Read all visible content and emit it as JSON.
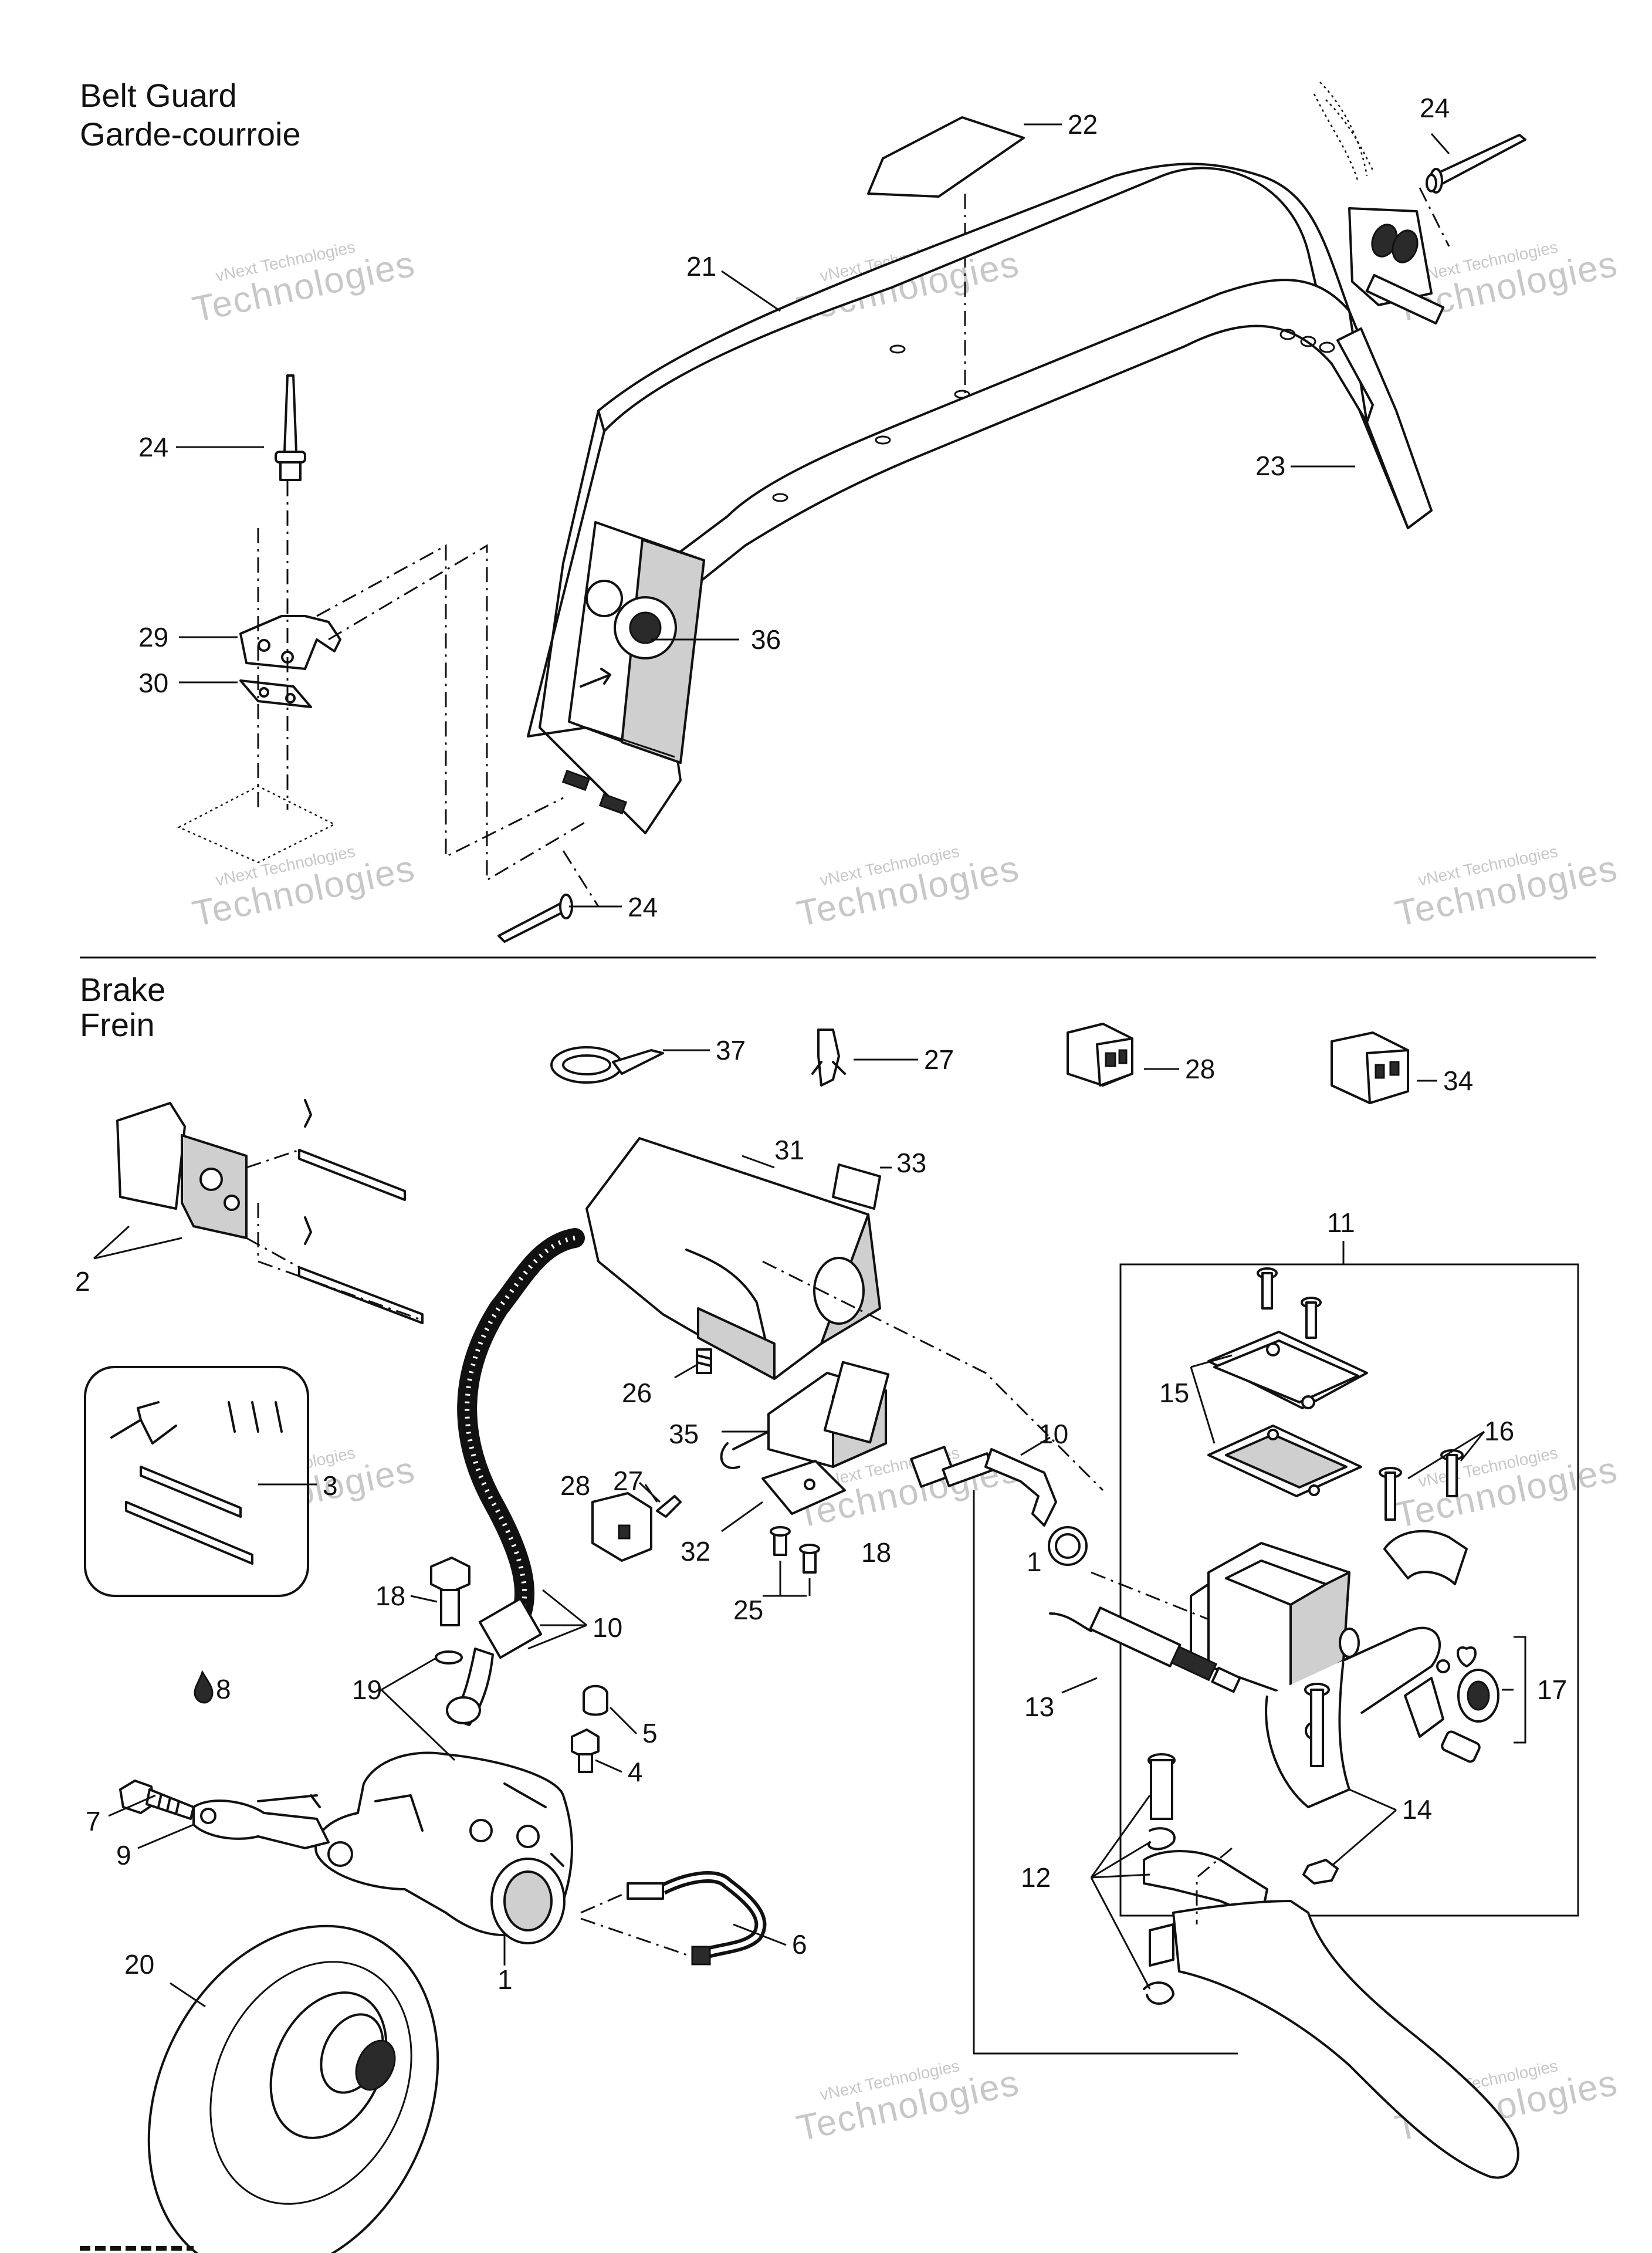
{
  "sections": {
    "belt_guard": {
      "title_en": "Belt Guard",
      "title_fr": "Garde-courroie"
    },
    "brake": {
      "title_en": "Brake",
      "title_fr": "Frein"
    }
  },
  "watermark": {
    "line1": "vNext Technologies",
    "line2": "Technologies"
  },
  "callouts": {
    "c22": "22",
    "c24a": "24",
    "c21": "21",
    "c23": "23",
    "c24b": "24",
    "c29": "29",
    "c30": "30",
    "c36": "36",
    "c24c": "24",
    "c37": "37",
    "c27a": "27",
    "c28a": "28",
    "c34": "34",
    "c31": "31",
    "c33": "33",
    "c2": "2",
    "c11": "11",
    "c26": "26",
    "c15": "15",
    "c16": "16",
    "c10a": "10",
    "c35": "35",
    "c3": "3",
    "c28b": "28",
    "c27b": "27",
    "c32": "32",
    "c18a": "18",
    "c1a": "1",
    "c25": "25",
    "c18b": "18",
    "c10b": "10",
    "c19": "19",
    "c13": "13",
    "c8": "8",
    "c17": "17",
    "c5": "5",
    "c4": "4",
    "c14": "14",
    "c7": "7",
    "c9": "9",
    "c12": "12",
    "c6": "6",
    "c20": "20",
    "c1b": "1"
  }
}
